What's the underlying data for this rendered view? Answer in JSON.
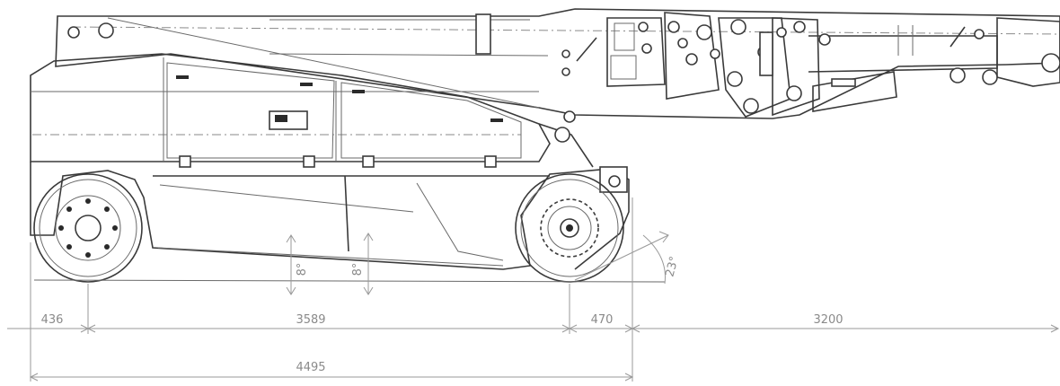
{
  "drawing": {
    "dimensions": {
      "front_overhang": "436",
      "wheelbase": "3589",
      "rear_overhang": "470",
      "boom_extension": "3200",
      "overall_length": "4495"
    },
    "angles": {
      "approach_1": "8°",
      "approach_2": "8°",
      "departure": "23°"
    },
    "colors": {
      "line": "#3a3a3a",
      "dimension": "#9a9a9a",
      "text": "#8a8a8a",
      "background": "#ffffff"
    }
  }
}
